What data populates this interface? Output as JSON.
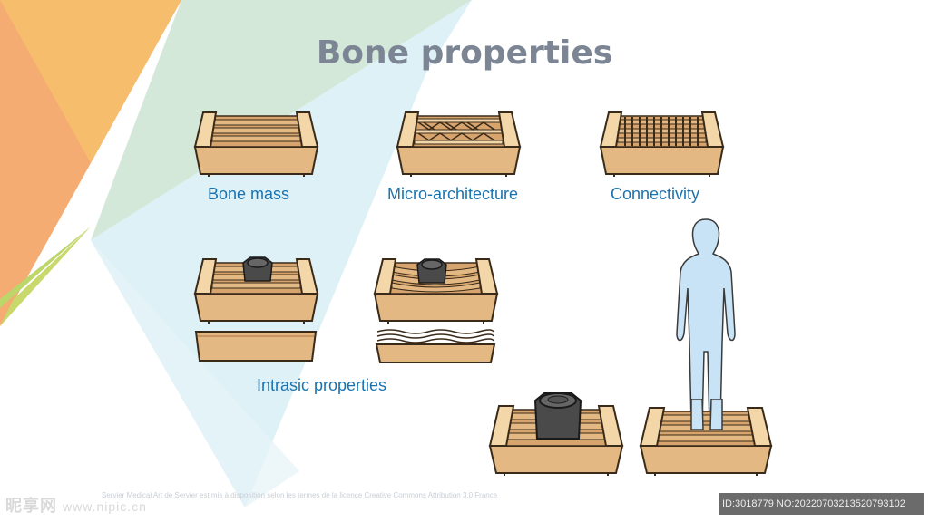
{
  "title": "Bone properties",
  "labels": {
    "bone_mass": "Bone mass",
    "micro_architecture": "Micro-architecture",
    "connectivity": "Connectivity",
    "intrinsic_properties": "Intrasic properties"
  },
  "footer": {
    "credit": "Servier Medical Art de Servier est mis à disposition selon les termes de la licence Creative Commons Attribution 3.0 France",
    "watermark_left": "昵享网",
    "watermark_left_url": "www.nipic.cn",
    "watermark_right": "ID:3018779 NO:20220703213520793102"
  },
  "colors": {
    "wood": "#e3b882",
    "wood_dark": "#c99660",
    "outline": "#3a2a1a",
    "label": "#1a73b0",
    "title": "#7b8593",
    "person": "#c8e3f5"
  }
}
